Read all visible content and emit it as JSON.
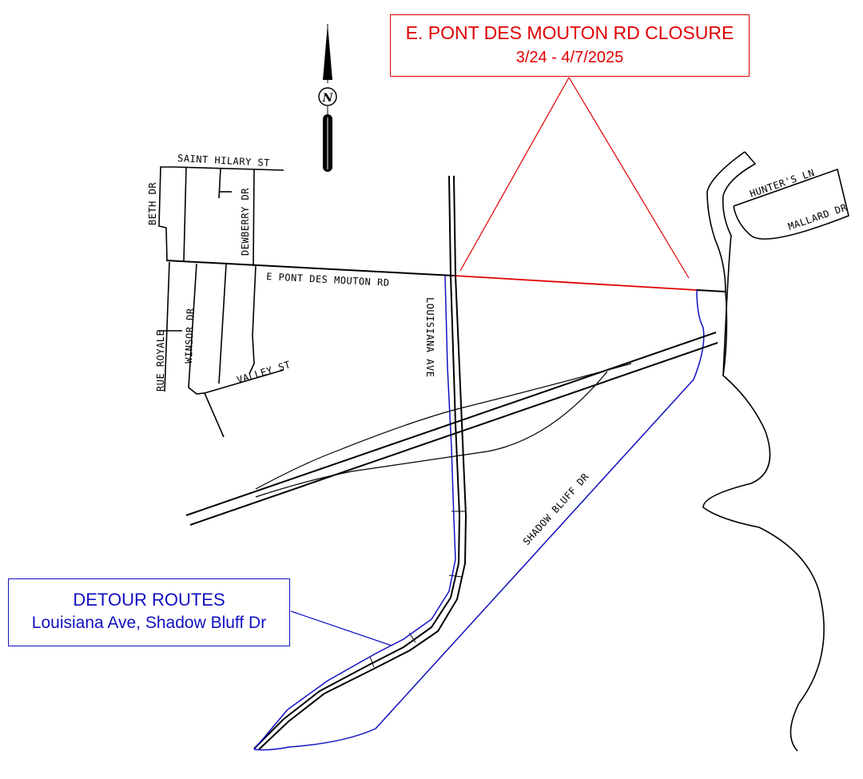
{
  "colors": {
    "closure": "#e00000",
    "detour": "#1010c0",
    "road": "#000000",
    "background": "#ffffff"
  },
  "closure_callout": {
    "title": "E. PONT DES MOUTON RD CLOSURE",
    "dates": "3/24 - 4/7/2025"
  },
  "detour_callout": {
    "title": "DETOUR ROUTES",
    "routes": "Louisiana Ave, Shadow Bluff Dr"
  },
  "north_arrow": {
    "letter": "N",
    "icon": "north-arrow-icon"
  },
  "streets": {
    "saint_hilary": "SAINT HILARY ST",
    "beth": "BETH DR",
    "dewberry": "DEWBERRY DR",
    "pont_des_mouton": "E PONT DES MOUTON RD",
    "louisiana": "LOUISIANA AVE",
    "rue_royale": "RUE ROYALE",
    "winsor": "WINSOR DR",
    "valley": "VALLEY ST",
    "shadow_bluff": "SHADOW BLUFF DR",
    "hunters": "HUNTER'S LN",
    "mallard": "MALLARD DR"
  }
}
